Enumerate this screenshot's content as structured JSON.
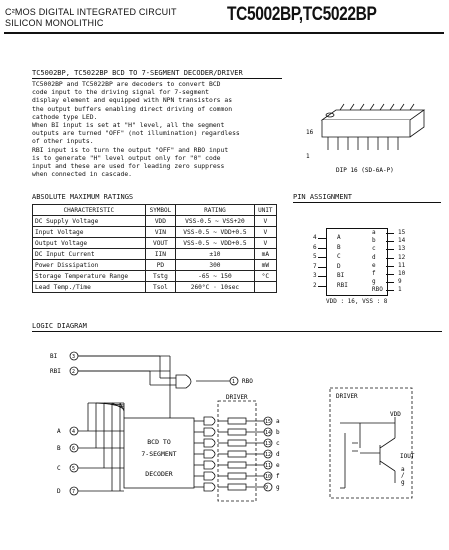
{
  "header": {
    "line1": "C²MOS DIGITAL INTEGRATED CIRCUIT",
    "line2": "SILICON MONOLITHIC",
    "part_numbers": "TC5002BP,TC5022BP"
  },
  "description": {
    "title": "TC5002BP, TC5022BP  BCD TO 7-SEGMENT DECODER/DRIVER",
    "lines": [
      "TC5002BP and TC5022BP are decoders to convert BCD",
      "code input to the driving signal for 7-segment",
      "display element and equipped with NPN transistors as",
      "the output buffers enabling direct driving of common",
      "cathode type LED.",
      "When BI input is set at \"H\" level, all the segment",
      "outputs are turned \"OFF\" (not illumination) regardless",
      "of other inputs.",
      "RBI input is to turn the output \"OFF\" and RBO input",
      "is to generate \"H\" level output only for \"0\" code",
      "input and these are used for leading zero suppress",
      "when connected in cascade."
    ]
  },
  "package": {
    "pin1_label": "16",
    "pin2_label": "1",
    "name": "DIP 16 (SD-6A-P)"
  },
  "ratings": {
    "title": "ABSOLUTE MAXIMUM RATINGS",
    "headers": [
      "CHARACTERISTIC",
      "SYMBOL",
      "RATING",
      "UNIT"
    ],
    "rows": [
      [
        "DC Supply Voltage",
        "VDD",
        "VSS-0.5 ~ VSS+20",
        "V"
      ],
      [
        "Input Voltage",
        "VIN",
        "VSS-0.5 ~ VDD+0.5",
        "V"
      ],
      [
        "Output Voltage",
        "VOUT",
        "VSS-0.5 ~ VDD+0.5",
        "V"
      ],
      [
        "DC Input Current",
        "IIN",
        "±10",
        "mA"
      ],
      [
        "Power Dissipation",
        "PD",
        "300",
        "mW"
      ],
      [
        "Storage Temperature Range",
        "Tstg",
        "-65 ~ 150",
        "°C"
      ],
      [
        "Lead Temp./Time",
        "Tsol",
        "260°C · 10sec",
        ""
      ]
    ]
  },
  "pins": {
    "title": "PIN ASSIGNMENT",
    "left": [
      {
        "num": "4",
        "name": "A"
      },
      {
        "num": "6",
        "name": "B"
      },
      {
        "num": "5",
        "name": "C"
      },
      {
        "num": "7",
        "name": "D"
      },
      {
        "num": "3",
        "name": "BI"
      },
      {
        "num": "2",
        "name": "RBI"
      }
    ],
    "right": [
      {
        "name": "a",
        "num": "15"
      },
      {
        "name": "b",
        "num": "14"
      },
      {
        "name": "c",
        "num": "13"
      },
      {
        "name": "d",
        "num": "12"
      },
      {
        "name": "e",
        "num": "11"
      },
      {
        "name": "f",
        "num": "10"
      },
      {
        "name": "g",
        "num": "9"
      },
      {
        "name": "RBO",
        "num": "1"
      }
    ],
    "supply": "VDD : 16, VSS : 8"
  },
  "logic": {
    "title": "LOGIC DIAGRAM",
    "inputs": [
      {
        "name": "BI",
        "pin": "3"
      },
      {
        "name": "RBI",
        "pin": "2"
      },
      {
        "name": "A",
        "pin": "4"
      },
      {
        "name": "B",
        "pin": "6"
      },
      {
        "name": "C",
        "pin": "5"
      },
      {
        "name": "D",
        "pin": "7"
      }
    ],
    "rbo": {
      "pin": "1",
      "name": "RBO"
    },
    "decoder_lines": [
      "BCD  TO",
      "7-SEGMENT",
      "DECODER"
    ],
    "driver_label": "DRIVER",
    "outputs": [
      {
        "pin": "15",
        "seg": "a"
      },
      {
        "pin": "14",
        "seg": "b"
      },
      {
        "pin": "13",
        "seg": "c"
      },
      {
        "pin": "12",
        "seg": "d"
      },
      {
        "pin": "11",
        "seg": "e"
      },
      {
        "pin": "10",
        "seg": "f"
      },
      {
        "pin": "9",
        "seg": "g"
      }
    ],
    "driver_detail": {
      "title": "DRIVER",
      "vdd": "VDD",
      "iout": "IOUT",
      "seg": "a",
      "to": "/",
      "seg2": "g"
    }
  }
}
